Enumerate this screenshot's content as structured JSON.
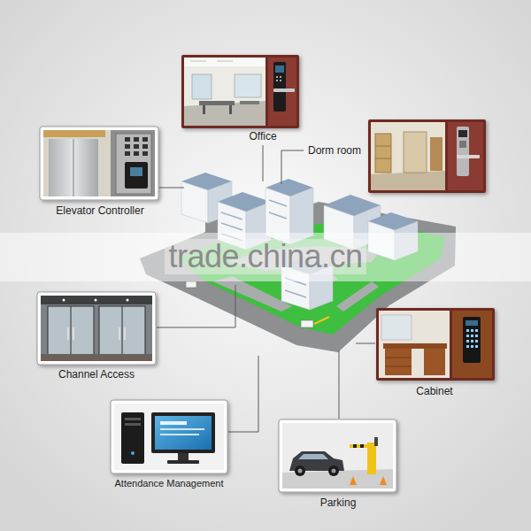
{
  "diagram": {
    "nodes": [
      {
        "text": [
          "Office"
        ]
      },
      {
        "text": [
          "Dorm room"
        ]
      },
      {
        "text": [
          "Elevator Controller"
        ]
      },
      {
        "text": [
          "Channel Access"
        ]
      },
      {
        "text": [
          "Cabinet"
        ]
      },
      {
        "text": [
          "Attendance Management"
        ]
      },
      {
        "text": [
          "Parking"
        ]
      }
    ],
    "edges": [],
    "labels": [
      "trade.china.cn"
    ]
  }
}
